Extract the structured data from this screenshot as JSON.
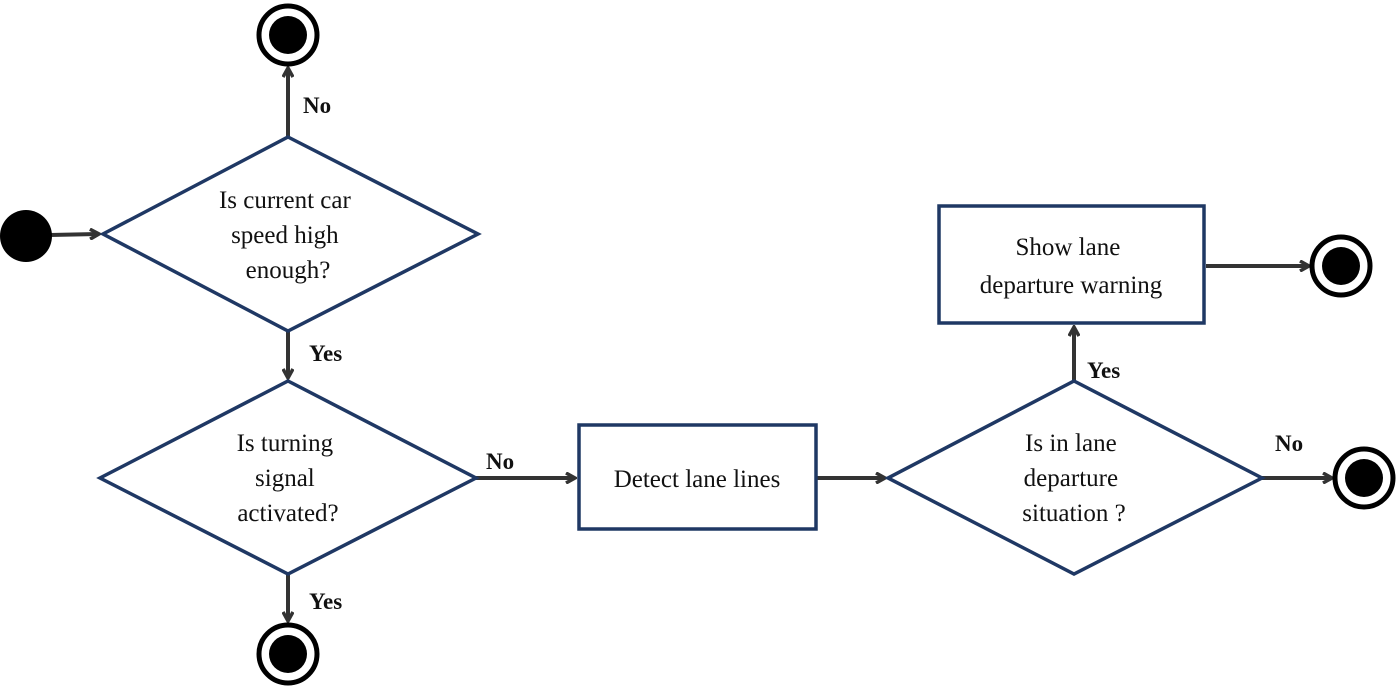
{
  "colors": {
    "shape_stroke": "#1f3864",
    "edge": "#333333",
    "node_fill": "#000000"
  },
  "nodes": {
    "decision_speed": {
      "lines": [
        "Is current car",
        "speed high",
        "enough?"
      ]
    },
    "decision_signal": {
      "lines": [
        "Is turning",
        "signal",
        "activated?"
      ]
    },
    "process_detect": {
      "lines": [
        "Detect lane lines"
      ]
    },
    "decision_departure": {
      "lines": [
        "Is in lane",
        "departure",
        "situation ?"
      ]
    },
    "process_warning": {
      "lines": [
        "Show lane",
        "departure warning"
      ]
    }
  },
  "edge_labels": {
    "speed_no": "No",
    "speed_yes": "Yes",
    "signal_no": "No",
    "signal_yes": "Yes",
    "departure_yes": "Yes",
    "departure_no": "No"
  }
}
